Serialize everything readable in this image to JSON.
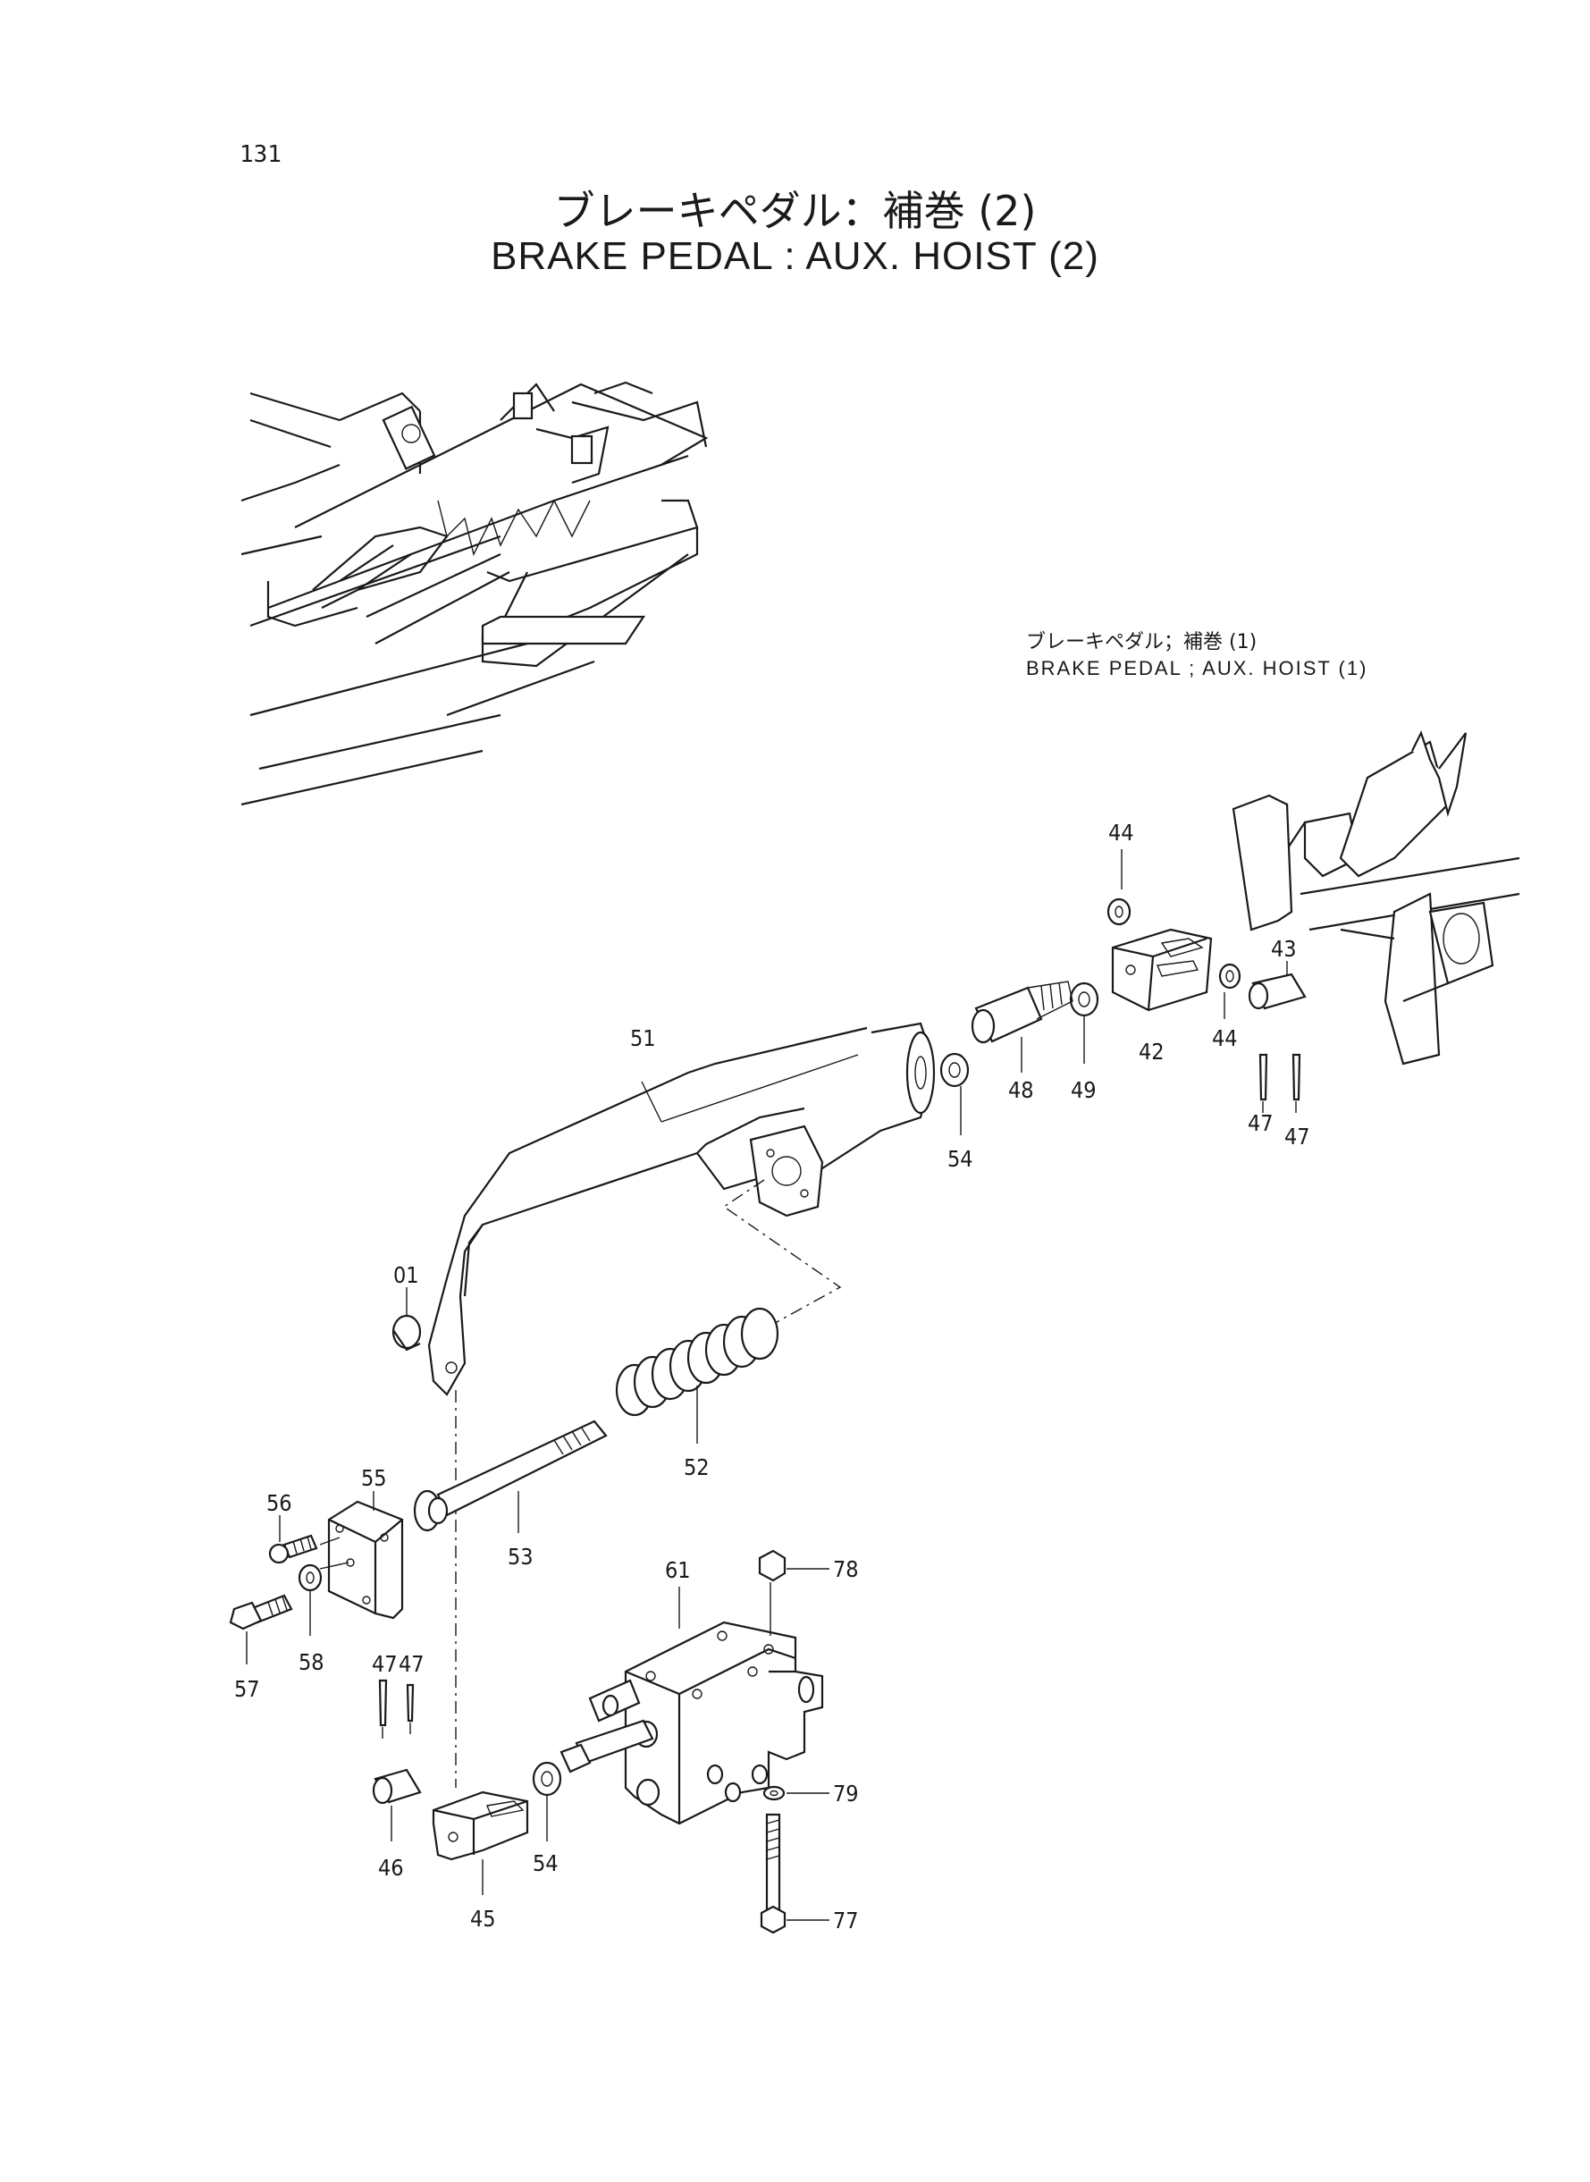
{
  "page": {
    "number": "131",
    "title_jp": "ブレーキペダル：補巻 (2)",
    "title_en": "BRAKE  PEDAL : AUX.  HOIST (2)"
  },
  "reference": {
    "title_jp": "ブレーキペダル；補巻 (1)",
    "title_en": "BRAKE PEDAL ; AUX.  HOIST (1)"
  },
  "callouts": [
    {
      "id": "c44a",
      "label": "44"
    },
    {
      "id": "c43",
      "label": "43"
    },
    {
      "id": "c42",
      "label": "42"
    },
    {
      "id": "c44b",
      "label": "44"
    },
    {
      "id": "c47a",
      "label": "47"
    },
    {
      "id": "c47b",
      "label": "47"
    },
    {
      "id": "c49",
      "label": "49"
    },
    {
      "id": "c48",
      "label": "48"
    },
    {
      "id": "c54a",
      "label": "54"
    },
    {
      "id": "c51",
      "label": "51"
    },
    {
      "id": "c01",
      "label": "01"
    },
    {
      "id": "c52",
      "label": "52"
    },
    {
      "id": "c53",
      "label": "53"
    },
    {
      "id": "c55",
      "label": "55"
    },
    {
      "id": "c56",
      "label": "56"
    },
    {
      "id": "c57",
      "label": "57"
    },
    {
      "id": "c58",
      "label": "58"
    },
    {
      "id": "c47c",
      "label": "47"
    },
    {
      "id": "c47d",
      "label": "47"
    },
    {
      "id": "c46",
      "label": "46"
    },
    {
      "id": "c45",
      "label": "45"
    },
    {
      "id": "c54b",
      "label": "54"
    },
    {
      "id": "c61",
      "label": "61"
    },
    {
      "id": "c78",
      "label": "78"
    },
    {
      "id": "c79",
      "label": "79"
    },
    {
      "id": "c77",
      "label": "77"
    }
  ]
}
